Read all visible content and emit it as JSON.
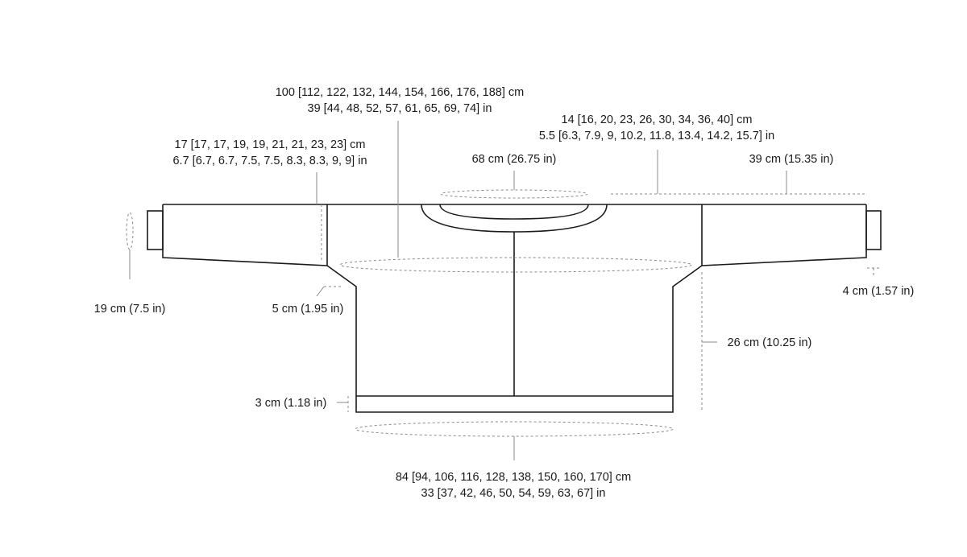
{
  "measurements": {
    "chest": {
      "cm": "100 [112, 122, 132, 144, 154, 166, 176, 188] cm",
      "in": "39 [44, 48, 52, 57, 61, 65, 69, 74] in"
    },
    "shoulder": {
      "cm": "14 [16, 20, 23, 26, 30, 34, 36, 40] cm",
      "in": "5.5 [6.3, 7.9, 9, 10.2, 11.8, 13.4, 14.2, 15.7] in"
    },
    "upper_arm": {
      "cm": "17 [17, 17, 19, 19, 21, 21, 23, 23] cm",
      "in": "6.7 [6.7, 6.7, 7.5, 7.5, 8.3, 8.3, 9, 9] in"
    },
    "neck": {
      "text": "68 cm (26.75 in)"
    },
    "sleeve_length": {
      "text": "39 cm (15.35 in)"
    },
    "cuff_circumference": {
      "text": "19 cm (7.5 in)"
    },
    "underarm": {
      "text": "5 cm (1.95 in)"
    },
    "cuff_depth": {
      "text": "4 cm (1.57 in)"
    },
    "body_length": {
      "text": "26 cm (10.25 in)"
    },
    "hem_depth": {
      "text": "3 cm (1.18 in)"
    },
    "hem": {
      "cm": "84 [94, 106, 116, 128, 138, 150, 160, 170] cm",
      "in": "33 [37, 42, 46, 50, 54, 59, 63, 67] in"
    }
  }
}
